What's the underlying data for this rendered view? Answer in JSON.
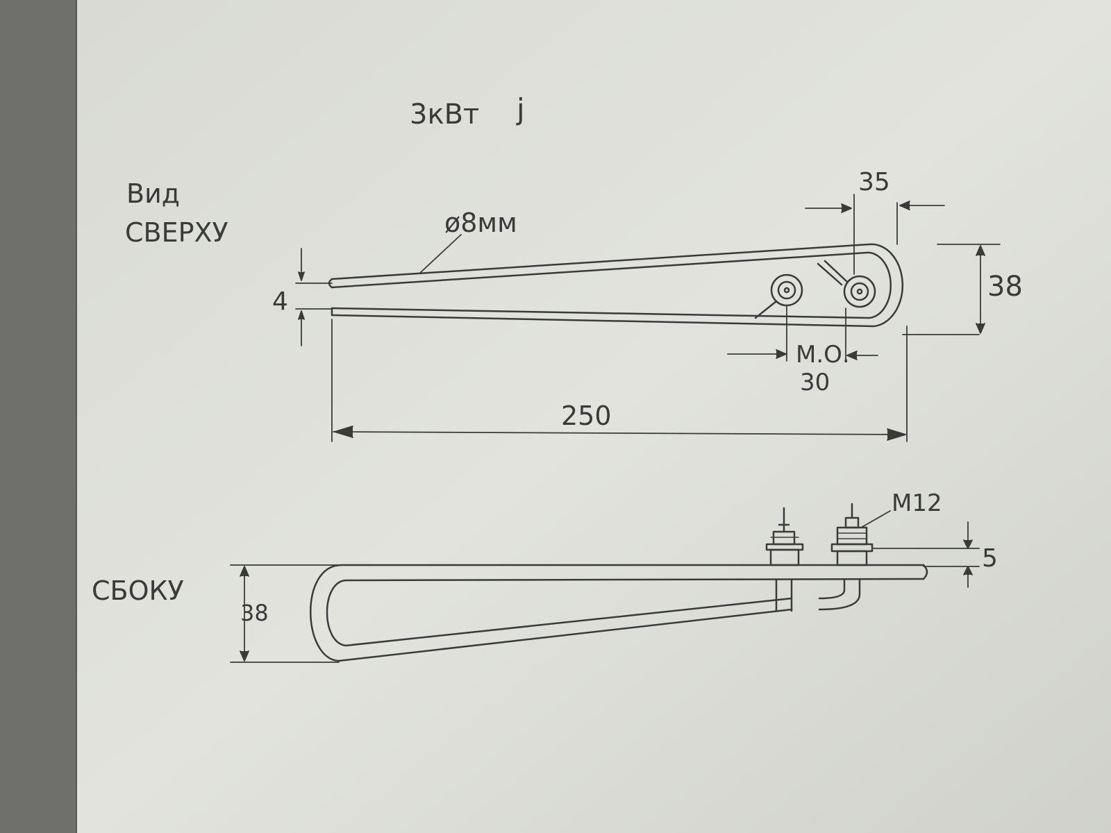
{
  "texts": {
    "power": "3кВт",
    "power_mark": "j",
    "top_view_line1": "Вид",
    "top_view_line2": "СВЕРХУ",
    "side_view": "СБОКУ"
  },
  "dimensions": {
    "tube_diameter": "ø8мм",
    "gap": "4",
    "terminal_offset": "35",
    "width_top": "38",
    "center_distance_line1": "М.О.",
    "center_distance_line2": "30",
    "length": "250",
    "thread": "М12",
    "protrusion": "5",
    "height_side": "38"
  },
  "colors": {
    "paper": "#dedfd9",
    "desk": "#6f706b",
    "pencil": "#3a3a3a",
    "faint": "#8c8c88"
  }
}
